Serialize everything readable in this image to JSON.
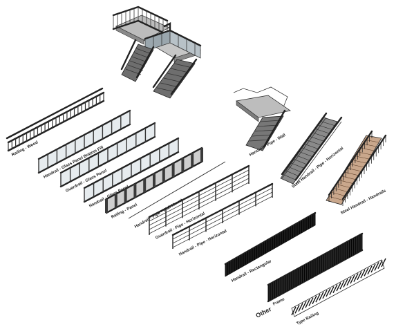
{
  "labels": {
    "rail_wood": "Railing - Wood",
    "rail_glass_1": "Handrail - Glass Panel Bottom Fill",
    "rail_glass_2": "Guardrail - Glass Panel",
    "rail_glass_3": "Handrail - Glass Panel",
    "rail_panel": "Railing - Panel",
    "rail_pipe_1": "Handrail - Pipe - Wall Mount",
    "rail_pipe_2": "Guardrail - Pipe - Horizontal",
    "rail_pipe_3": "Handrail - Pipe - Horizontal",
    "stair_pipe_wall": "Handrail - Pipe - Wall",
    "stair_pipe_horizontal": "Steel Handrail - Pipe - Horizontal",
    "stair_wood": "Steel Handrail - Handrails",
    "rail_vertical": "Handrail - Rectangular",
    "rail_frame": "Frame",
    "rail_other": "Other",
    "rail_railing": "Type Railing"
  }
}
